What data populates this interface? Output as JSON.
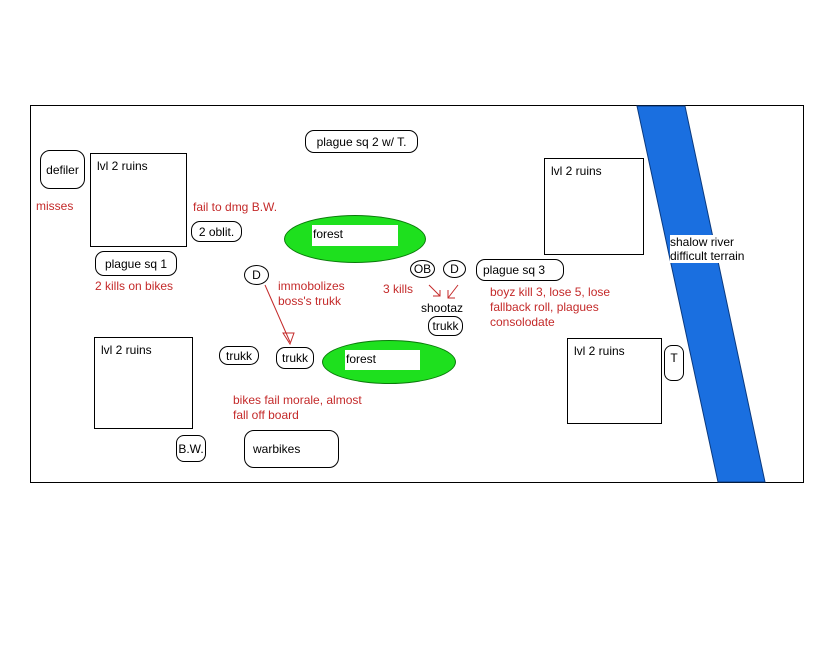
{
  "units": {
    "defiler": "defiler",
    "plague_sq_1": "plague sq 1",
    "plague_sq_2": "plague sq 2 w/ T.",
    "plague_sq_3": "plague sq 3",
    "oblit": "2 oblit.",
    "d1": "D",
    "d2": "D",
    "ob": "OB",
    "trukk1": "trukk",
    "trukk2": "trukk",
    "trukk3": "trukk",
    "shootaz": "shootaz",
    "bw": "B.W.",
    "warbikes": "warbikes",
    "t": "T"
  },
  "terrain": {
    "ruins": [
      "lvl 2 ruins",
      "lvl 2 ruins",
      "lvl 2 ruins",
      "lvl 2 ruins"
    ],
    "forest1": "forest",
    "forest2": "forest",
    "river_line1": "shalow river",
    "river_line2": "difficult terrain"
  },
  "notes": {
    "misses": "misses",
    "fail_dmg": "fail to dmg B.W.",
    "kills_bikes": "2 kills on bikes",
    "immob1": "immobolizes",
    "immob2": "boss's trukk",
    "three_kills": "3 kills",
    "boyz1": "boyz kill 3, lose 5, lose",
    "boyz2": "fallback roll, plagues",
    "boyz3": "consolodate",
    "bikes1": "bikes fail morale, almost",
    "bikes2": "fall off board"
  },
  "colors": {
    "river": "#1a6fe0",
    "forest": "#1ee01e",
    "note": "#c42a2a"
  }
}
